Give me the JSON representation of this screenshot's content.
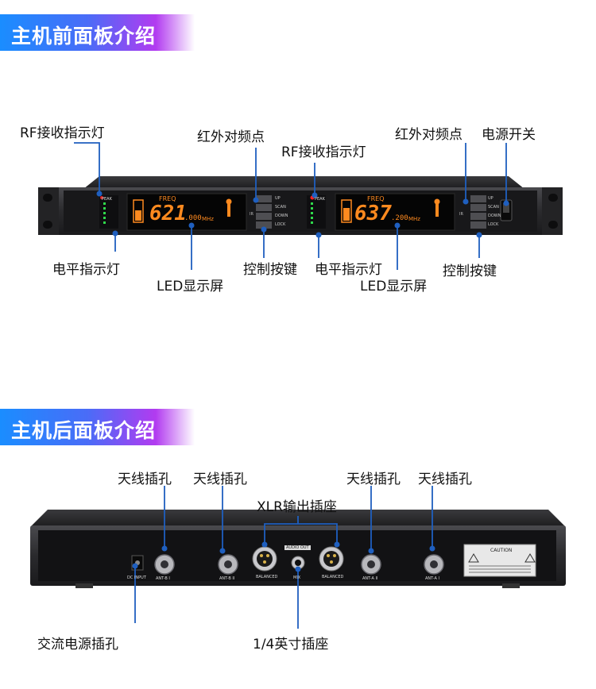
{
  "front_section": {
    "title": "主机前面板介绍",
    "labels": {
      "rf_left": "RF接收指示灯",
      "ir_left": "红外对频点",
      "rf_right": "RF接收指示灯",
      "ir_right": "红外对频点",
      "power_switch": "电源开关",
      "level_left": "电平指示灯",
      "led_left": "LED显示屏",
      "control_left": "控制按键",
      "level_right": "电平指示灯",
      "led_right": "LED显示屏",
      "control_right": "控制按键"
    },
    "device": {
      "freq_label": "FREQ",
      "peak_label": "PEAK",
      "display_left_main": "621",
      "display_left_sub": ".000",
      "display_right_main": "637",
      "display_right_sub": ".200",
      "unit": "MHz",
      "ir_mark": "IR",
      "buttons": [
        "UP",
        "SCAN",
        "DOWN",
        "LOCK"
      ]
    }
  },
  "rear_section": {
    "title": "主机后面板介绍",
    "labels": {
      "ant1": "天线插孔",
      "ant2": "天线插孔",
      "ant3": "天线插孔",
      "ant4": "天线插孔",
      "xlr": "XLR输出插座",
      "dc": "交流电源插孔",
      "jack": "1/4英寸插座"
    },
    "device": {
      "dc_input": "DC INPUT",
      "ant_b1": "ANT-B I",
      "ant_b2": "ANT-B II",
      "ant_a2": "ANT-A II",
      "ant_a1": "ANT-A I",
      "balanced_1": "BALANCED",
      "balanced_2": "BALANCED",
      "mix": "MIX",
      "audio_out": "AUDIO OUT",
      "caution": "CAUTION"
    }
  },
  "colors": {
    "accent_line": "#1f5fbf",
    "display_orange": "#ff8a1f",
    "panel_dark": "#1b1b1d"
  }
}
